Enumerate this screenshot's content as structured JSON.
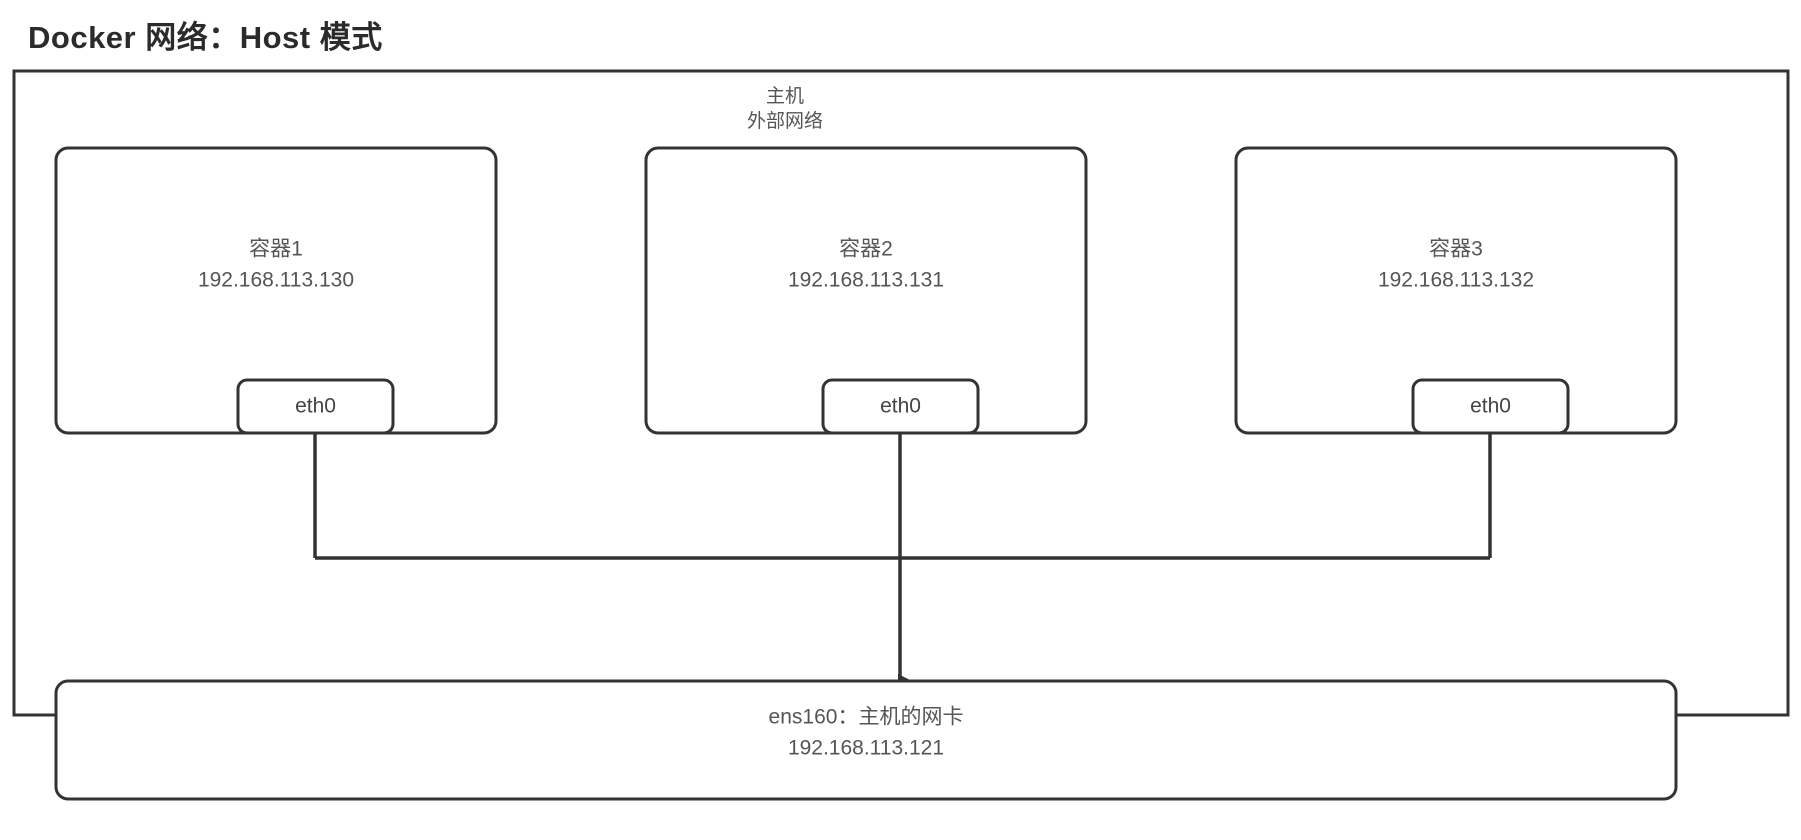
{
  "title": "Docker 网络：Host 模式",
  "host": {
    "label_line1": "主机",
    "label_line2": "外部网络"
  },
  "containers": [
    {
      "name": "容器1",
      "ip": "192.168.113.130",
      "interface": "eth0"
    },
    {
      "name": "容器2",
      "ip": "192.168.113.131",
      "interface": "eth0"
    },
    {
      "name": "容器3",
      "ip": "192.168.113.132",
      "interface": "eth0"
    }
  ],
  "nic": {
    "label": "ens160：主机的网卡",
    "ip": "192.168.113.121"
  },
  "colors": {
    "stroke": "#333333",
    "text": "#555555",
    "background": "#ffffff",
    "title": "#2b2b2b"
  }
}
